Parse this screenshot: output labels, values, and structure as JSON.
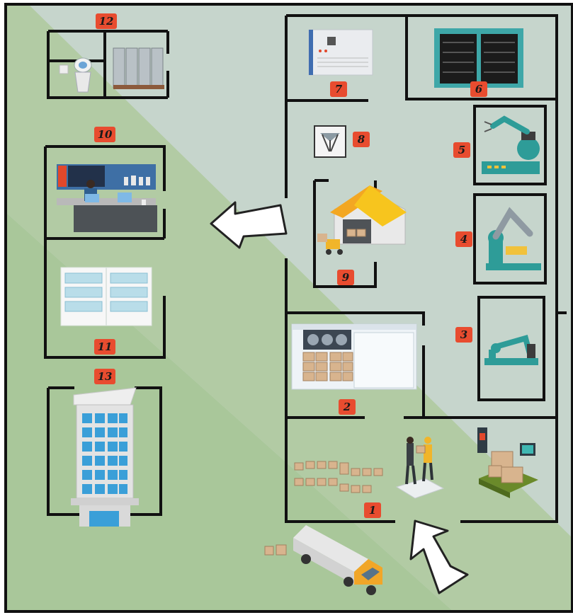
{
  "colors": {
    "background_light": "#c6d5cc",
    "background_dark": "#a9c79a",
    "wall": "#111111",
    "badge": "#e84c2f",
    "teal_machine": "#2e9c98",
    "box": "#d8b48e",
    "truck_cab": "#f1a628"
  },
  "zones": [
    {
      "number": "1",
      "icon": "receiving-handover-icon"
    },
    {
      "number": "2",
      "icon": "cold-storage-room-icon"
    },
    {
      "number": "3",
      "icon": "robot-arm-icon"
    },
    {
      "number": "4",
      "icon": "robot-arm-icon"
    },
    {
      "number": "5",
      "icon": "robot-arm-gripper-icon"
    },
    {
      "number": "6",
      "icon": "server-rack-icon"
    },
    {
      "number": "7",
      "icon": "control-cabinet-icon"
    },
    {
      "number": "8",
      "icon": "delta-robot-icon"
    },
    {
      "number": "9",
      "icon": "warehouse-forklift-icon"
    },
    {
      "number": "10",
      "icon": "control-room-operator-icon"
    },
    {
      "number": "11",
      "icon": "storage-shelves-icon"
    },
    {
      "number": "12",
      "icon": "restroom-locker-icon"
    },
    {
      "number": "13",
      "icon": "office-building-icon"
    }
  ],
  "extras": [
    {
      "icon": "delivery-truck-icon"
    },
    {
      "icon": "entry-arrow-icon"
    },
    {
      "icon": "flow-arrow-icon"
    },
    {
      "icon": "scanner-scale-icon"
    }
  ]
}
